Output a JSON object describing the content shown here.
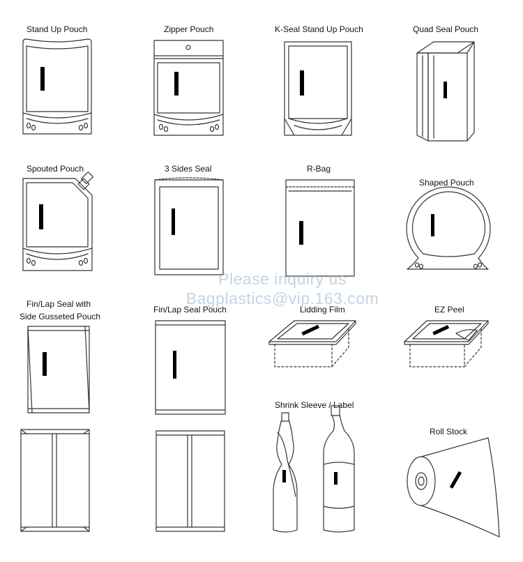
{
  "labels": {
    "stand_up_pouch": "Stand Up Pouch",
    "zipper_pouch": "Zipper Pouch",
    "k_seal_stand_up_pouch": "K-Seal Stand Up Pouch",
    "quad_seal_pouch": "Quad Seal Pouch",
    "spouted_pouch": "Spouted Pouch",
    "three_sides_seal": "3 Sides Seal",
    "r_bag": "R-Bag",
    "shaped_pouch": "Shaped Pouch",
    "fin_lap_gusseted_line1": "Fin/Lap Seal with",
    "fin_lap_gusseted_line2": "Side Gusseted Pouch",
    "fin_lap_seal_pouch": "Fin/Lap Seal Pouch",
    "lidding_film": "Lidding Film",
    "ez_peel": "EZ Peel",
    "shrink_sleeve_label": "Shrink Sleeve / Label",
    "roll_stock": "Roll Stock"
  },
  "watermark": {
    "line1": "Please inquiry us",
    "line2": "Bagplastics@vip.163.com"
  },
  "colors": {
    "outline": "#333333",
    "label_bar": "#000000",
    "watermark": "#9fb4c8"
  }
}
